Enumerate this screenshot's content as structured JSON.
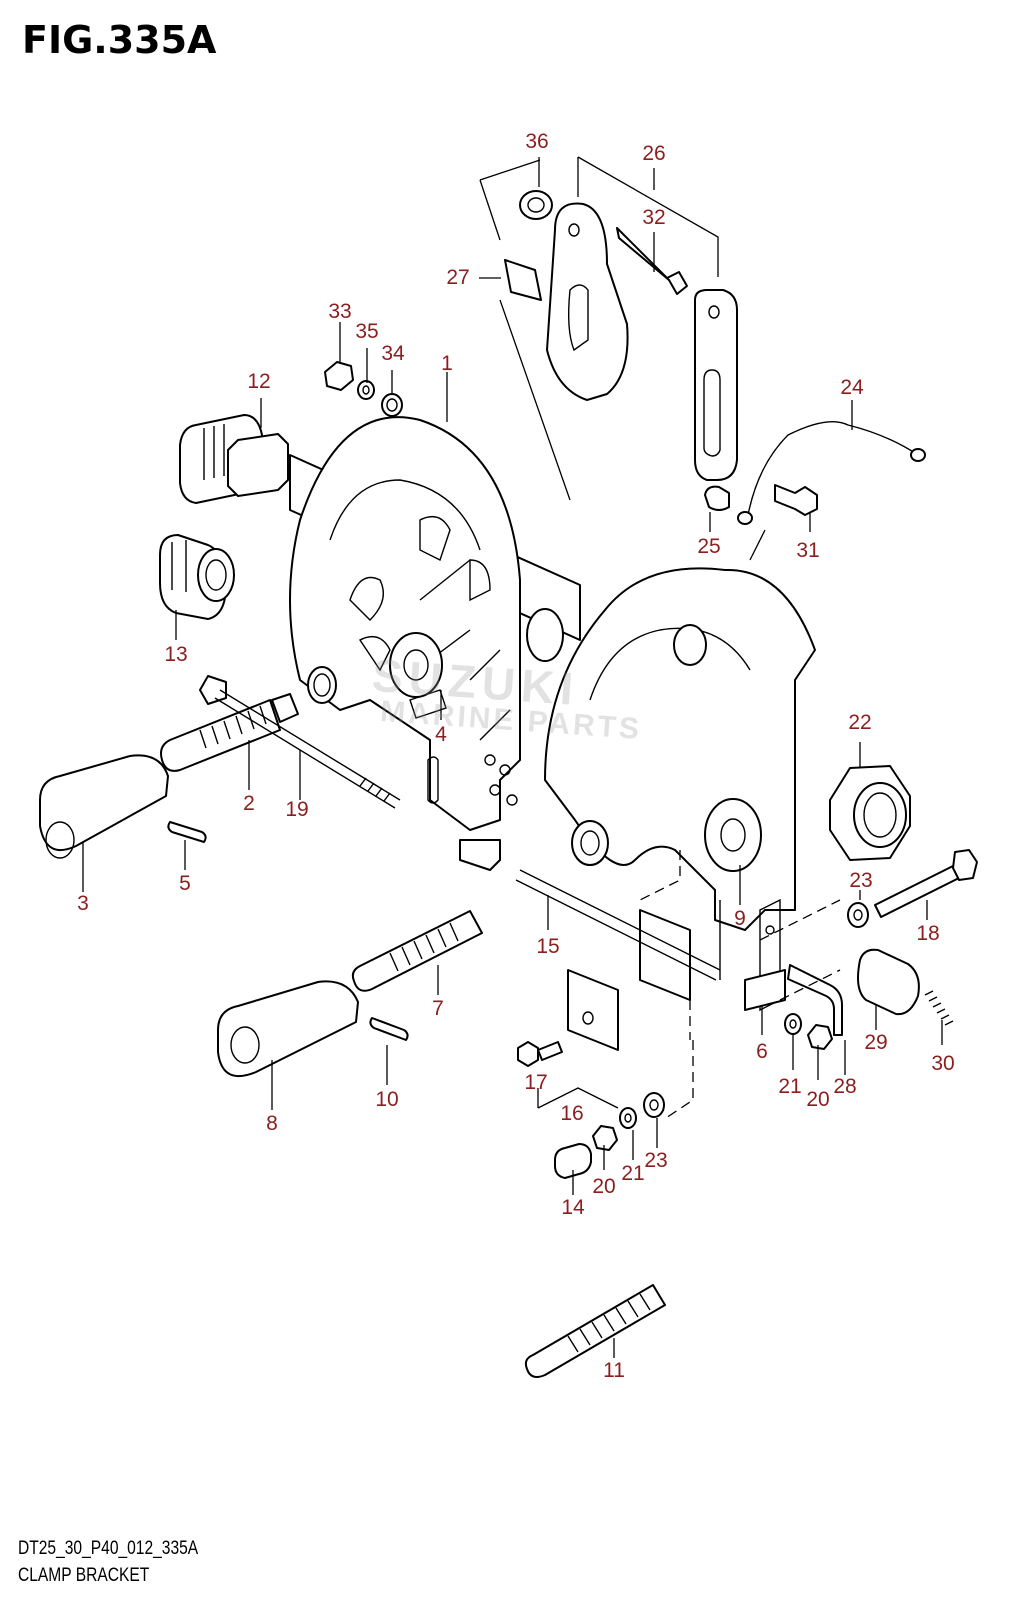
{
  "figure": {
    "title": "FIG.335A",
    "code": "DT25_30_P40_012_335A",
    "name": "CLAMP BRACKET"
  },
  "watermark": {
    "line1": "SUZUKI",
    "line2": "MARINE PARTS"
  },
  "callouts": [
    "1",
    "2",
    "3",
    "4",
    "5",
    "6",
    "7",
    "8",
    "9",
    "10",
    "11",
    "12",
    "13",
    "14",
    "15",
    "16",
    "17",
    "18",
    "19",
    "20",
    "20",
    "21",
    "21",
    "22",
    "23",
    "23",
    "24",
    "25",
    "26",
    "27",
    "28",
    "29",
    "30",
    "31",
    "32",
    "33",
    "34",
    "35",
    "36"
  ],
  "colors": {
    "callout": "#8b1e1e",
    "line": "#000000"
  }
}
